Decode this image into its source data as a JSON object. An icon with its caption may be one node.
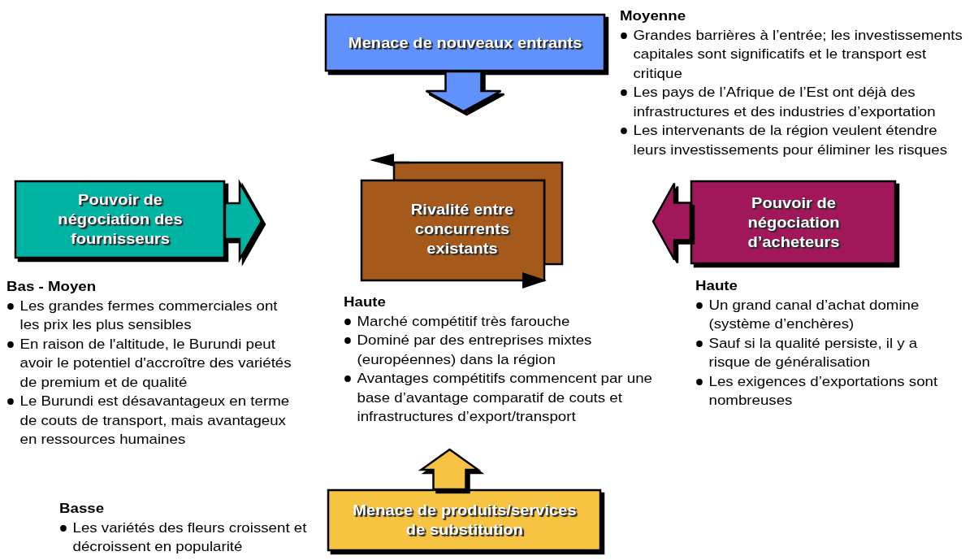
{
  "diagram": {
    "nodes": [
      {
        "text": [
          "Menace de nouveaux entrants"
        ],
        "beside": [
          "Moyenne",
          "Grandes barrières à l’entrée; les investissements capitales sont significatifs et le transport est critique",
          "Les pays de l’Afrique de l’Est ont déjà des infrastructures et des industries d’exportation",
          "Les intervenants de la région veulent étendre leurs investissements pour éliminer les risques"
        ]
      },
      {
        "text": [
          "Pouvoir de négociation des fournisseurs"
        ],
        "beside": [
          "Bas - Moyen",
          "Les grandes fermes commerciales ont les prix les plus sensibles",
          "En raison de l'altitude, le Burundi peut avoir le potentiel d'accroître des variétés de premium et de qualité",
          "Le Burundi est désavantageux en terme de  couts de transport, mais avantageux en ressources humaines"
        ]
      },
      {
        "text": [
          "Rivalité entre concurrents existants"
        ],
        "beside": [
          "Haute",
          "Marché compétitif très farouche",
          "Dominé par des entreprises mixtes (européennes) dans la région",
          "Avantages compétitifs commencent par une base d’avantage comparatif de couts et infrastructures d’export/transport"
        ]
      },
      {
        "text": [
          "Pouvoir de négociation d’acheteurs"
        ],
        "beside": [
          "Haute",
          "Un grand canal d’achat domine (système d’enchères)",
          "Sauf si la qualité persiste, il y a risque de généralisation",
          "Les exigences d’exportations sont nombreuses"
        ]
      },
      {
        "text": [
          "Menace de produits/services de substitution"
        ],
        "beside": [
          "Basse",
          "Les variétés des fleurs croissent et décroissent en popularité"
        ]
      }
    ],
    "edges": [
      {
        "from": 0,
        "to": null,
        "arrow": "to"
      },
      {
        "from": 1,
        "to": null,
        "arrow": "to"
      },
      {
        "from": 3,
        "to": null,
        "arrow": "to"
      },
      {
        "from": 4,
        "to": null,
        "arrow": "to"
      }
    ]
  }
}
